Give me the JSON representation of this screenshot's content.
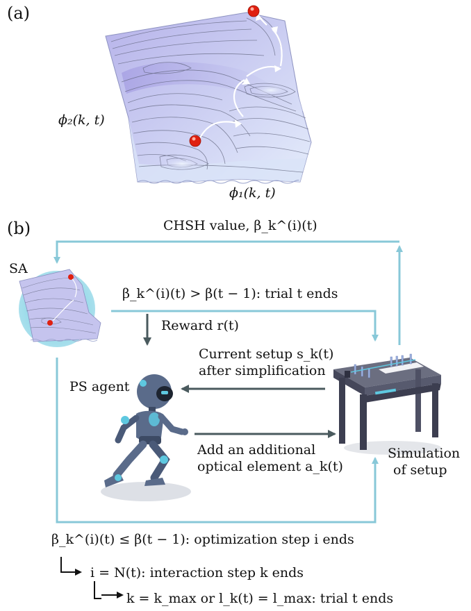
{
  "panel_a": {
    "label": "(a)",
    "axis_x": "ϕ₁(k, t)",
    "axis_y": "ϕ₂(k, t)",
    "colors": {
      "surface_top": "#c9c7f0",
      "surface_low": "#e7eefc",
      "contour": "#5c6078",
      "ball": "#e02010"
    }
  },
  "panel_b": {
    "label": "(b)",
    "sa_label": "SA",
    "chsh_label": "CHSH value, β_k^(i)(t)",
    "trial_end_condition": "β_k^(i)(t) > β(t − 1): trial t ends",
    "reward_label": "Reward r(t)",
    "current_setup_line1": "Current setup s_k(t)",
    "current_setup_line2": "after simplification",
    "ps_agent_label": "PS agent",
    "add_element_line1": "Add an additional",
    "add_element_line2": "optical element a_k(t)",
    "simulation_line1": "Simulation",
    "simulation_line2": "of setup",
    "footer_line1": "β_k^(i)(t) ≤ β(t − 1): optimization step i ends",
    "footer_line2": "i = N(t): interaction step k ends",
    "footer_line3": "k = k_max or l_k(t) = l_max: trial t ends",
    "colors": {
      "feedback_arrow": "#88c8d8",
      "action_arrow": "#4a5a5e",
      "agent_body": "#5a6b8a",
      "agent_accent": "#5ec8e0"
    }
  }
}
